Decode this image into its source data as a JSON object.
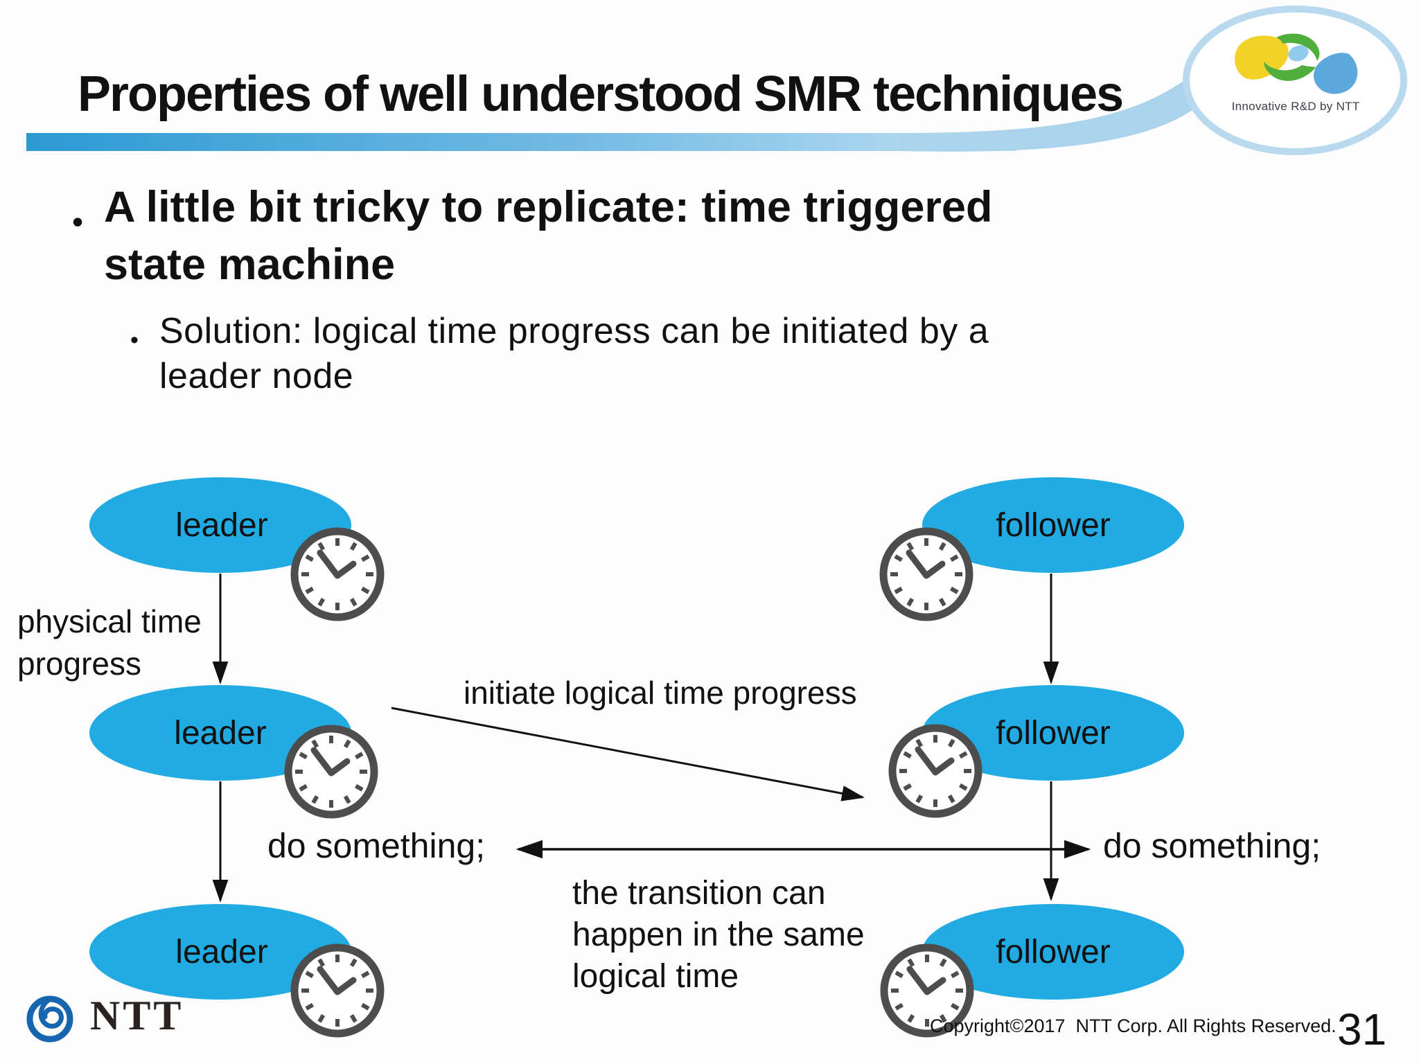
{
  "slide": {
    "title": "Properties of well understood SMR techniques",
    "page_number": "31",
    "copyright": "Copyright©2017  NTT Corp. All Rights Reserved."
  },
  "header_logo": {
    "tagline": "Innovative R&D by NTT"
  },
  "footer_logo": {
    "wordmark": "NTT"
  },
  "bullets": {
    "marker": "•",
    "main": "A little bit tricky to replicate: time triggered\nstate machine",
    "sub": "Solution: logical time progress can be initiated by a\nleader node"
  },
  "diagram": {
    "nodes": {
      "leaders": [
        "leader",
        "leader",
        "leader"
      ],
      "followers": [
        "follower",
        "follower",
        "follower"
      ]
    },
    "labels": {
      "physical_time": "physical time\nprogress",
      "initiate": "initiate logical time progress",
      "do_something_left": "do something;",
      "do_something_right": "do something;",
      "transition_note": "the transition can\nhappen in the same\nlogical time"
    },
    "icons": {
      "clock": "clock-icon",
      "footer": "ntt-loop-logo",
      "header": "ntt-innovative-rd-logo"
    }
  },
  "theme": {
    "text": "#111111",
    "node_fill": "#21ABE2",
    "clock_color": "#4D4D4D",
    "arrow_color": "#111111",
    "bar_start": "#2B9AD4",
    "bar_mid": "#72BAE3",
    "bar_end": "#BFE0F3",
    "swoosh": "#ABD3EC",
    "ring": "#B9D9EE",
    "ntt_blue": "#1765AE",
    "logo_yellow": "#F2D229",
    "logo_green": "#4FAE3C",
    "logo_sky": "#92CBEC",
    "logo_blue": "#5CA8DC"
  }
}
